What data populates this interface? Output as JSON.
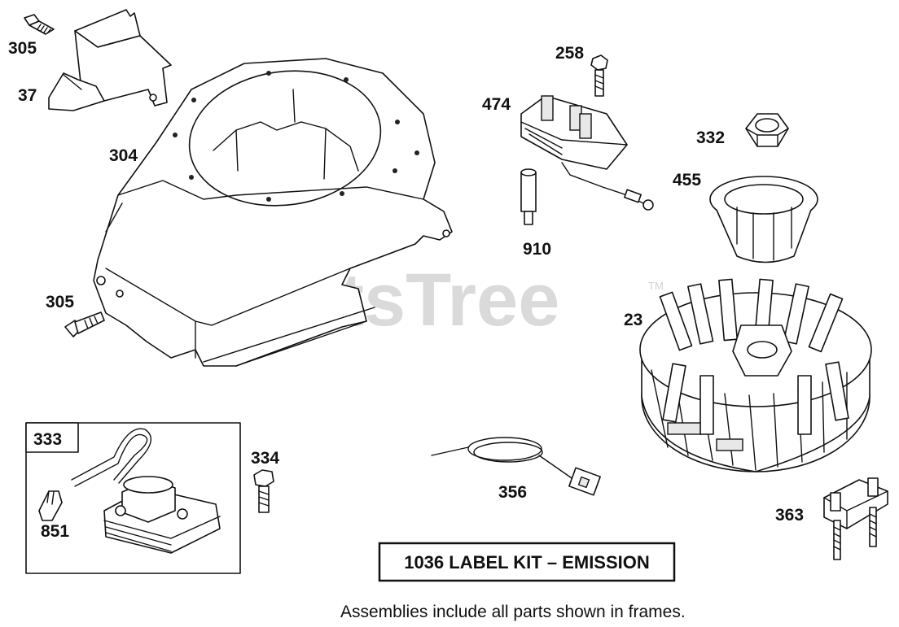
{
  "watermark": {
    "text": "PartsTree",
    "trademark": "TM"
  },
  "callouts": [
    {
      "id": "c-305-a",
      "text": "305"
    },
    {
      "id": "c-37",
      "text": "37"
    },
    {
      "id": "c-304",
      "text": "304"
    },
    {
      "id": "c-305-b",
      "text": "305"
    },
    {
      "id": "c-258",
      "text": "258"
    },
    {
      "id": "c-474",
      "text": "474"
    },
    {
      "id": "c-910",
      "text": "910"
    },
    {
      "id": "c-332",
      "text": "332"
    },
    {
      "id": "c-455",
      "text": "455"
    },
    {
      "id": "c-23",
      "text": "23"
    },
    {
      "id": "c-333",
      "text": "333"
    },
    {
      "id": "c-851",
      "text": "851"
    },
    {
      "id": "c-334",
      "text": "334"
    },
    {
      "id": "c-356",
      "text": "356"
    },
    {
      "id": "c-363",
      "text": "363"
    }
  ],
  "label_kit": {
    "text": "1036 LABEL KIT – EMISSION"
  },
  "footnote": {
    "text": "Assemblies include all parts shown in frames."
  }
}
